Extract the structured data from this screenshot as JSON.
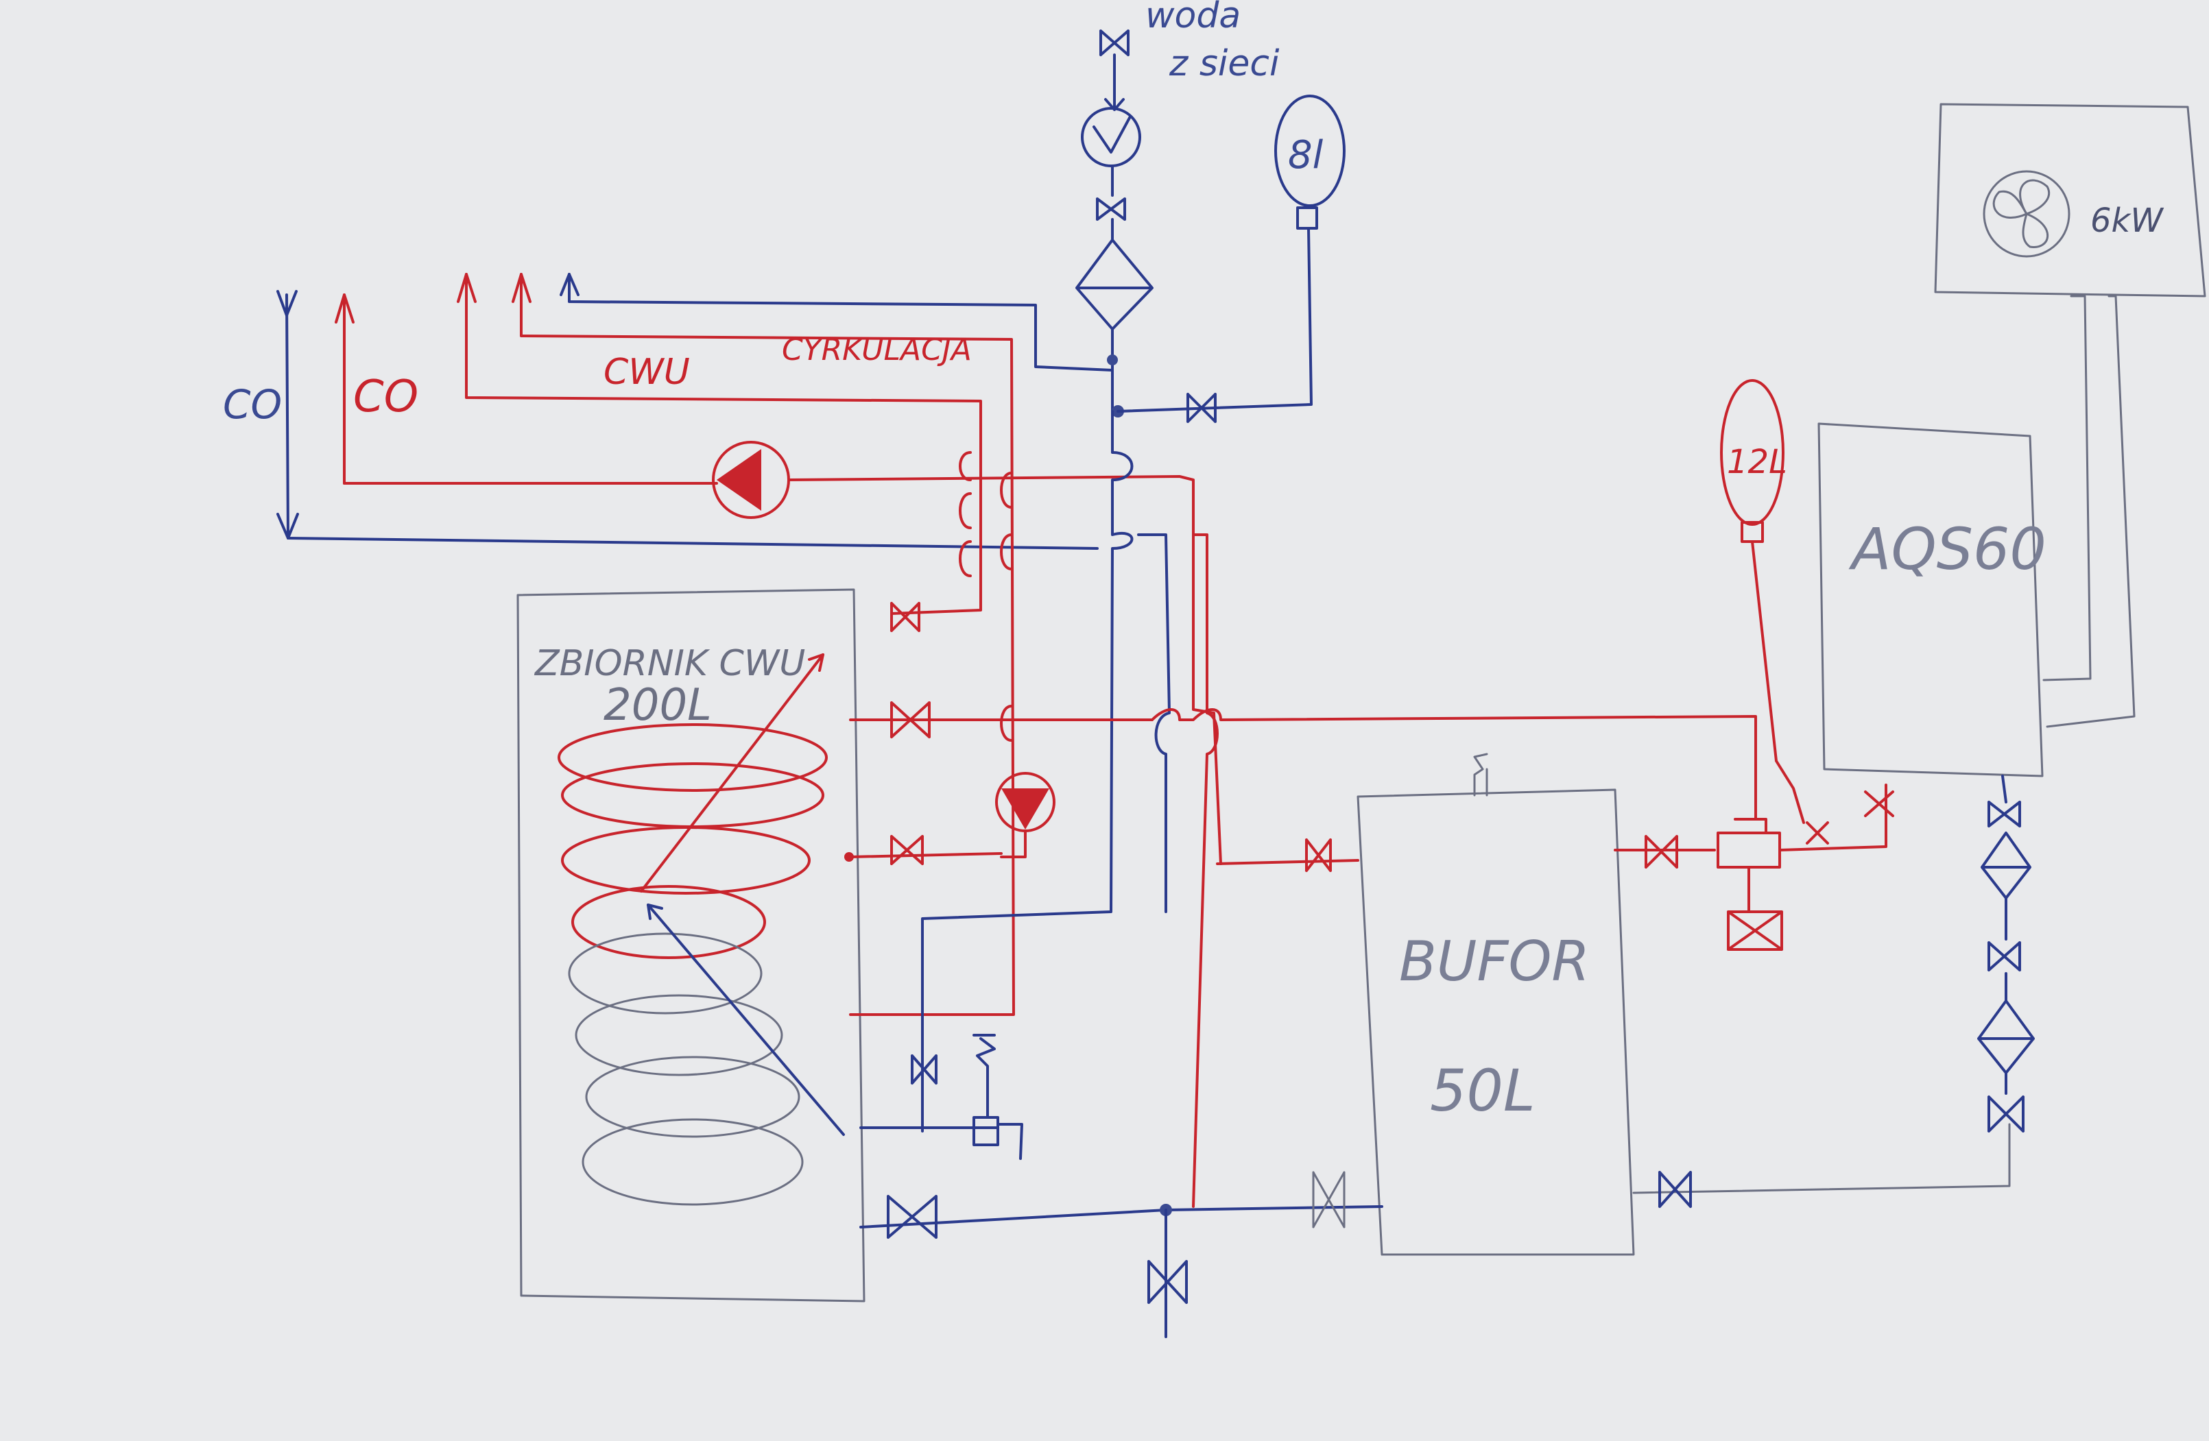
{
  "labels": {
    "water_supply_line1": "woda",
    "water_supply_line2": "z sieci",
    "exp_vessel_small": "8l",
    "exp_vessel_large": "12L",
    "co_supply_blue": "CO",
    "co_return_red": "CO",
    "cwu": "CWU",
    "circulation": "CYRKULACJA",
    "tank_title": "ZBIORNIK CWU",
    "tank_capacity": "200L",
    "buffer_title": "BUFOR",
    "buffer_capacity": "50L",
    "heat_pump_model": "AQS60",
    "outdoor_unit_power": "6kW"
  },
  "colors": {
    "paper": "#e9eaec",
    "blue_ink": "#2a3a8c",
    "red_ink": "#c8242c",
    "grey_ink": "#6b6f82"
  }
}
